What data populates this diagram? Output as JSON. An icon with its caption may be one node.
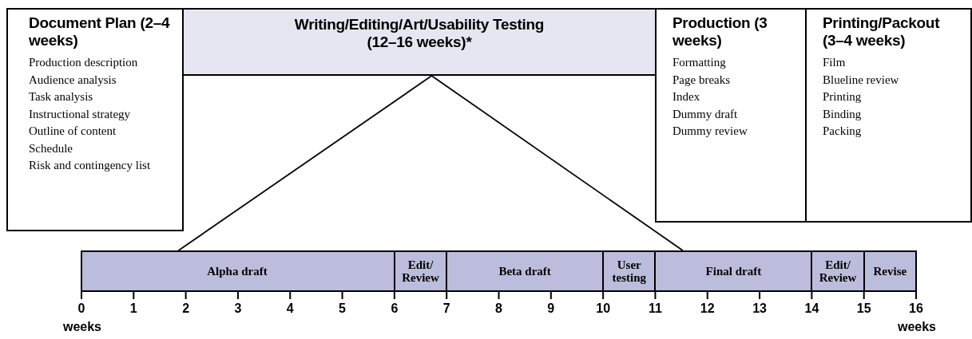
{
  "diagram": {
    "nodes": [
      {
        "text": [
          "Document Plan (2–4 weeks)",
          "Production description",
          "Audience analysis",
          "Task analysis",
          "Instructional strategy",
          "Outline of content",
          "Schedule",
          "Risk and contingency list"
        ]
      },
      {
        "text": [
          "Writing/Editing/Art/Usability Testing (12–16 weeks)*"
        ]
      },
      {
        "text": [
          "Production (3 weeks)",
          "Formatting",
          "Page breaks",
          "Index",
          "Dummy draft",
          "Dummy review"
        ]
      },
      {
        "text": [
          "Printing/Packout (3–4 weeks)",
          "Film",
          "Blueline review",
          "Printing",
          "Binding",
          "Packing"
        ]
      },
      {
        "text": [],
        "shape": "bar"
      },
      {
        "text": [
          "Alpha draft"
        ],
        "in": 4
      },
      {
        "text": [
          "Edit/ Review"
        ],
        "in": 4
      },
      {
        "text": [
          "Beta draft"
        ],
        "in": 4
      },
      {
        "text": [
          "User testing"
        ],
        "in": 4
      },
      {
        "text": [
          "Final draft"
        ],
        "in": 4
      },
      {
        "text": [
          "Edit/ Review"
        ],
        "in": 4
      },
      {
        "text": [
          "Revise"
        ],
        "in": 4
      }
    ],
    "edges": [
      {
        "from": 1,
        "to": 4,
        "arrow": "none"
      },
      {
        "from": 1,
        "to": 4,
        "arrow": "none"
      }
    ],
    "labels": [
      "0",
      "1",
      "2",
      "3",
      "4",
      "5",
      "6",
      "7",
      "8",
      "9",
      "10",
      "11",
      "12",
      "13",
      "14",
      "15",
      "16",
      "weeks",
      "weeks"
    ]
  }
}
